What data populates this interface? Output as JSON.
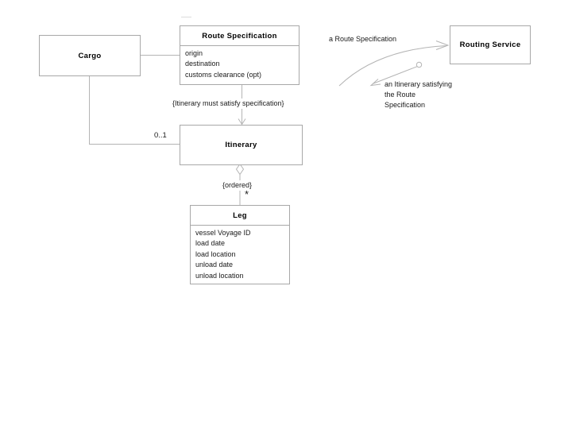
{
  "diagram": {
    "classes": {
      "cargo": {
        "title": "Cargo"
      },
      "route_specification": {
        "title": "Route Specification",
        "attributes": [
          "origin",
          "destination",
          "customs clearance (opt)"
        ]
      },
      "routing_service": {
        "title": "Routing Service"
      },
      "itinerary": {
        "title": "Itinerary"
      },
      "leg": {
        "title": "Leg",
        "attributes": [
          "vessel Voyage ID",
          "load date",
          "load location",
          "unload date",
          "unload location"
        ]
      }
    },
    "labels": {
      "route_spec_annotation": "a Route Specification",
      "itinerary_annotation_line1": "an Itinerary satisfying",
      "itinerary_annotation_line2": "the Route",
      "itinerary_annotation_line3": "Specification",
      "constraint_satisfy": "{Itinerary must satisfy specification}",
      "constraint_ordered": "{ordered}",
      "multiplicity_cargo_itinerary": "0..1",
      "multiplicity_itinerary_leg": "*"
    },
    "colors": {
      "box_border": "#a8a8a8",
      "connector": "#b4b4b4",
      "text": "#1a1a1a",
      "background": "#ffffff"
    }
  }
}
